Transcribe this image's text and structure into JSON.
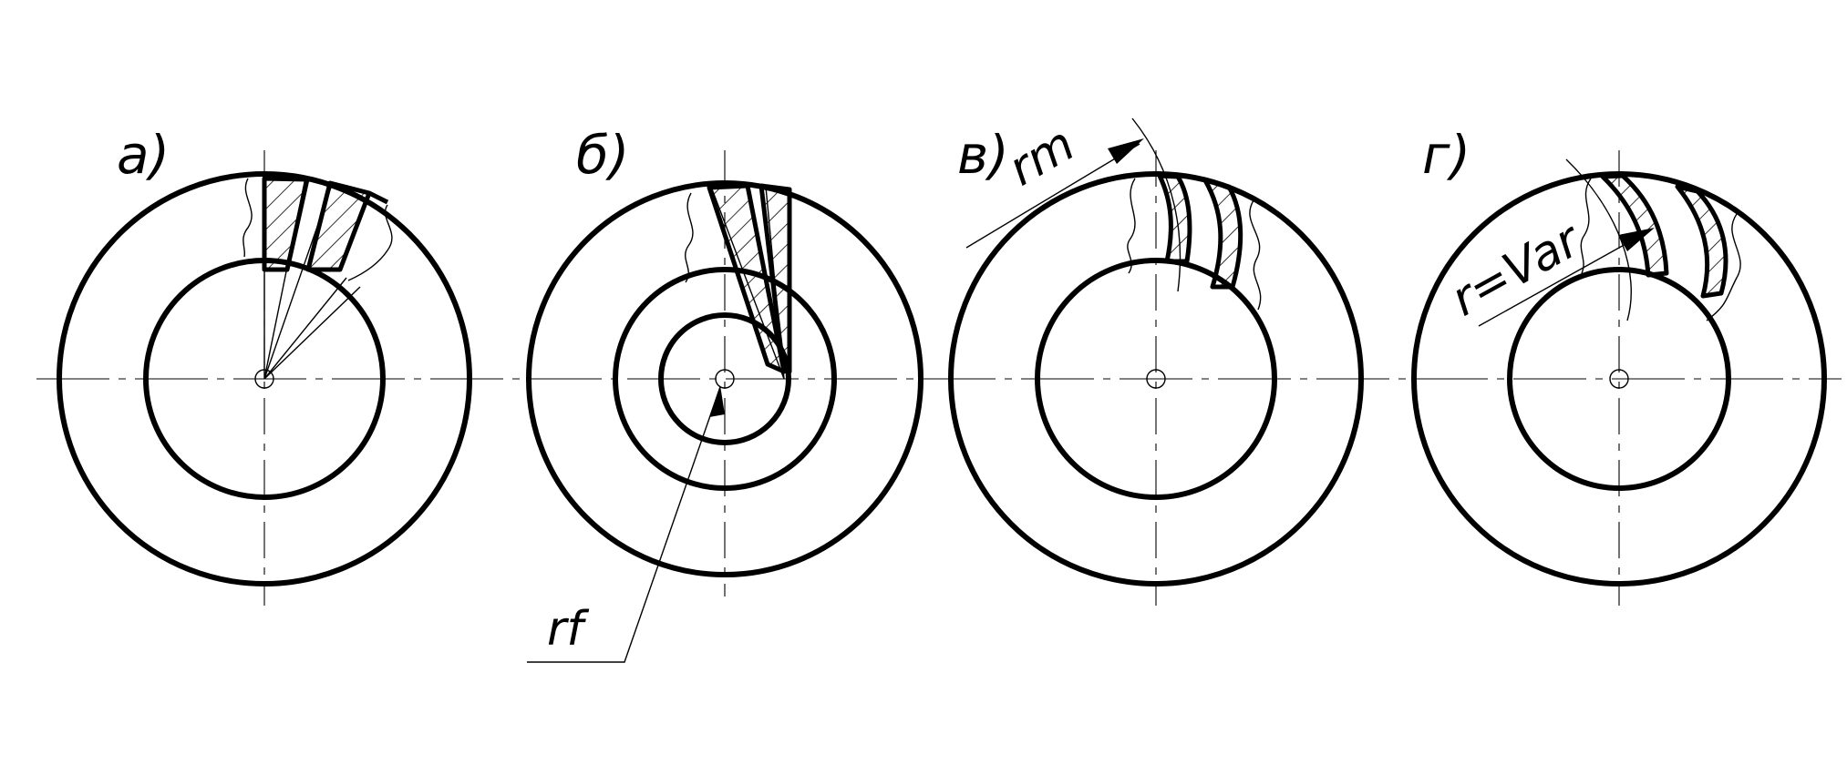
{
  "figures": [
    {
      "id": "a",
      "label": "а)"
    },
    {
      "id": "b",
      "label": "б)"
    },
    {
      "id": "v",
      "label": "в)"
    },
    {
      "id": "g",
      "label": "г)"
    }
  ],
  "annotations": {
    "rf": "rf",
    "rm": "rm",
    "r_var": "r=Var"
  },
  "colors": {
    "ink": "#000000",
    "paper": "#ffffff"
  }
}
